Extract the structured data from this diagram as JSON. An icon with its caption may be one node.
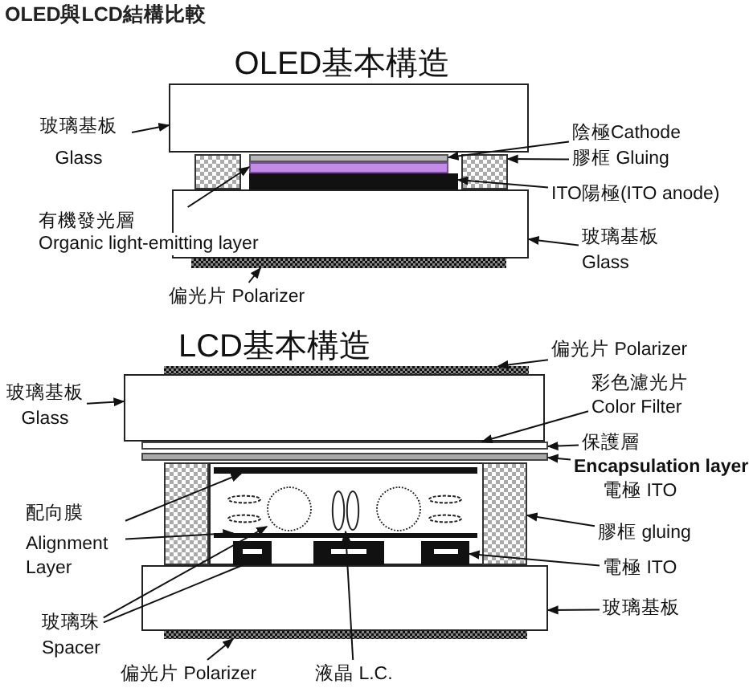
{
  "diagram": {
    "title": "OLED與LCD結構比較",
    "nodes": [
      {
        "text": [],
        "shape": "box"
      },
      {
        "text": [],
        "shape": "box"
      },
      {
        "text": [],
        "shape": "box"
      },
      {
        "text": [],
        "shape": "bar"
      },
      {
        "text": [],
        "shape": "bar"
      },
      {
        "text": [],
        "shape": "bar"
      },
      {
        "text": [],
        "shape": "box"
      },
      {
        "text": [],
        "shape": "bar"
      },
      {
        "text": [
          "玻璃基板",
          "Glass"
        ]
      },
      {
        "text": [
          "陰極Cathode"
        ]
      },
      {
        "text": [
          "膠框 Gluing"
        ]
      },
      {
        "text": [
          "ITO陽極(ITO anode)"
        ]
      },
      {
        "text": [
          "有機發光層",
          "Organic light-emitting layer"
        ]
      },
      {
        "text": [
          "玻璃基板",
          "Glass"
        ]
      },
      {
        "text": [
          "偏光片 Polarizer"
        ]
      },
      {
        "text": [],
        "shape": "bar"
      },
      {
        "text": [],
        "shape": "box"
      },
      {
        "text": [],
        "shape": "bar"
      },
      {
        "text": [],
        "shape": "bar"
      },
      {
        "text": [],
        "shape": "box"
      },
      {
        "text": [],
        "shape": "box"
      },
      {
        "text": [],
        "shape": "bar"
      },
      {
        "text": [],
        "shape": "circle"
      },
      {
        "text": [],
        "shape": "ellipse"
      },
      {
        "text": [],
        "shape": "circle"
      },
      {
        "text": [],
        "shape": "bar"
      },
      {
        "text": [],
        "shape": "bar"
      },
      {
        "text": [],
        "shape": "bar"
      },
      {
        "text": [],
        "shape": "bar"
      },
      {
        "text": [],
        "shape": "box"
      },
      {
        "text": [],
        "shape": "bar"
      },
      {
        "text": [
          "偏光片 Polarizer"
        ]
      },
      {
        "text": [
          "玻璃基板",
          "Glass"
        ]
      },
      {
        "text": [
          "彩色濾光片",
          "Color Filter"
        ]
      },
      {
        "text": [
          "保護層"
        ]
      },
      {
        "text": [
          "Encapsulation layer"
        ]
      },
      {
        "text": [
          "膠框 gluing"
        ]
      },
      {
        "text": [
          "配向膜",
          "Alignment Layer"
        ]
      },
      {
        "text": [
          "電極 ITO"
        ]
      },
      {
        "text": [
          "玻璃珠",
          "Spacer"
        ]
      },
      {
        "text": [
          "玻璃基板"
        ]
      },
      {
        "text": [
          "偏光片 Polarizer"
        ]
      },
      {
        "text": [
          "液晶 L.C."
        ]
      }
    ],
    "edges": [
      {
        "from": 8,
        "to": 0,
        "arrow": "to"
      },
      {
        "from": 9,
        "to": 3,
        "arrow": "to"
      },
      {
        "from": 10,
        "to": 2,
        "arrow": "to"
      },
      {
        "from": 11,
        "to": 5,
        "arrow": "to"
      },
      {
        "from": 12,
        "to": 4,
        "arrow": "to"
      },
      {
        "from": 13,
        "to": 6,
        "arrow": "to"
      },
      {
        "from": 14,
        "to": 7,
        "arrow": "to"
      },
      {
        "from": 31,
        "to": 15,
        "arrow": "to"
      },
      {
        "from": 32,
        "to": 16,
        "arrow": "to"
      },
      {
        "from": 33,
        "to": 17,
        "arrow": "to"
      },
      {
        "from": 34,
        "to": 17,
        "arrow": "to"
      },
      {
        "from": 35,
        "to": 18,
        "arrow": "to"
      },
      {
        "from": 36,
        "to": 20,
        "arrow": "to"
      },
      {
        "from": 37,
        "to": 21,
        "arrow": "to"
      },
      {
        "from": 37,
        "to": 25,
        "arrow": "to"
      },
      {
        "from": 38,
        "to": 28,
        "arrow": "to"
      },
      {
        "from": 39,
        "to": 22,
        "arrow": "to"
      },
      {
        "from": 39,
        "to": 26,
        "arrow": "none"
      },
      {
        "from": 40,
        "to": 29,
        "arrow": "to"
      },
      {
        "from": 41,
        "to": 30,
        "arrow": "to"
      },
      {
        "from": 42,
        "to": 23,
        "arrow": "to"
      }
    ],
    "labels": [
      "OLED基本構造",
      "LCD基本構造",
      "電極 ITO"
    ]
  }
}
